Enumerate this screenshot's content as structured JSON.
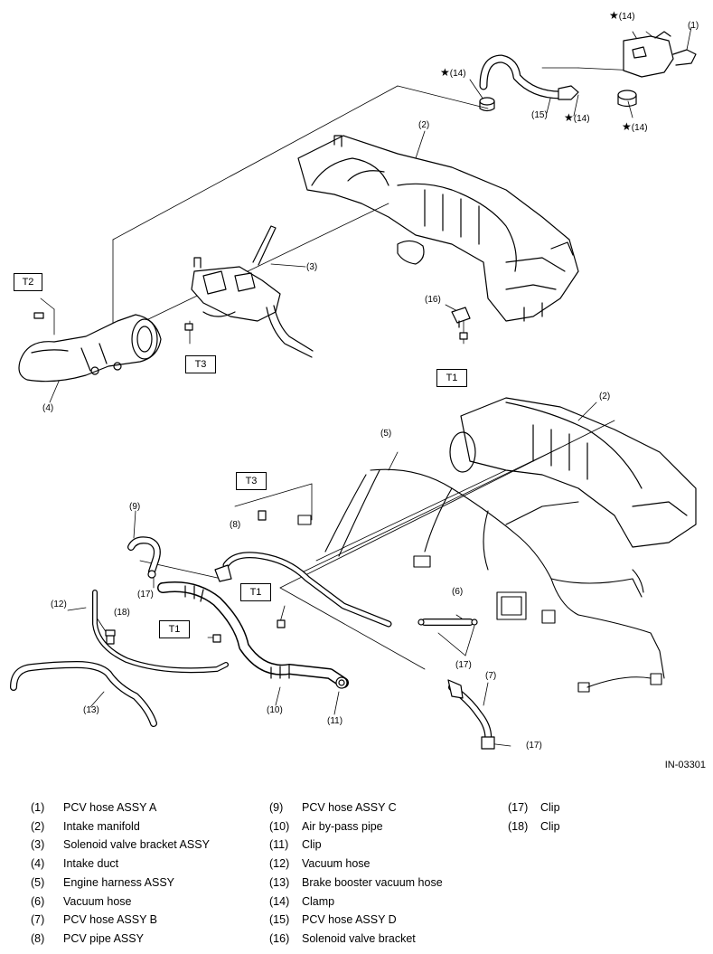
{
  "callouts": {
    "c1": "(1)",
    "c2a": "(2)",
    "c2b": "(2)",
    "c3": "(3)",
    "c4": "(4)",
    "c5": "(5)",
    "c6": "(6)",
    "c7": "(7)",
    "c8": "(8)",
    "c9": "(9)",
    "c10": "(10)",
    "c11": "(11)",
    "c12": "(12)",
    "c13": "(13)",
    "c14a": "(14)",
    "c14b": "(14)",
    "c14c": "(14)",
    "c14d": "(14)",
    "c15": "(15)",
    "c16": "(16)",
    "c17a": "(17)",
    "c17b": "(17)",
    "c17c": "(17)",
    "c18": "(18)"
  },
  "star": "★",
  "torque_boxes": {
    "t1a": "T1",
    "t1b": "T1",
    "t1c": "T1",
    "t2": "T2",
    "t3a": "T3",
    "t3b": "T3"
  },
  "figure_id": "IN-03301",
  "legend": {
    "col1": [
      {
        "num": "(1)",
        "text": "PCV hose ASSY A"
      },
      {
        "num": "(2)",
        "text": "Intake manifold"
      },
      {
        "num": "(3)",
        "text": "Solenoid valve bracket ASSY"
      },
      {
        "num": "(4)",
        "text": "Intake duct"
      },
      {
        "num": "(5)",
        "text": "Engine harness ASSY"
      },
      {
        "num": "(6)",
        "text": "Vacuum hose"
      },
      {
        "num": "(7)",
        "text": "PCV hose ASSY B"
      },
      {
        "num": "(8)",
        "text": "PCV pipe ASSY"
      }
    ],
    "col2": [
      {
        "num": "(9)",
        "text": "PCV hose ASSY C"
      },
      {
        "num": "(10)",
        "text": "Air by-pass pipe"
      },
      {
        "num": "(11)",
        "text": "Clip"
      },
      {
        "num": "(12)",
        "text": "Vacuum hose"
      },
      {
        "num": "(13)",
        "text": "Brake booster vacuum hose"
      },
      {
        "num": "(14)",
        "text": "Clamp"
      },
      {
        "num": "(15)",
        "text": "PCV hose ASSY D"
      },
      {
        "num": "(16)",
        "text": "Solenoid valve bracket"
      }
    ],
    "col3": [
      {
        "num": "(17)",
        "text": "Clip"
      },
      {
        "num": "(18)",
        "text": "Clip"
      }
    ]
  }
}
